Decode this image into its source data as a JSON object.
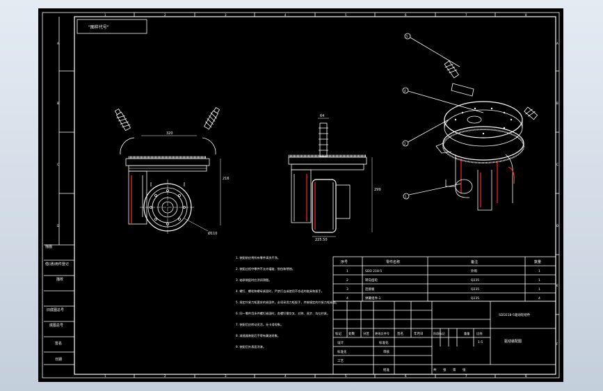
{
  "drawing": {
    "title_tag": "\"图样代号\"",
    "zone_numbers_top": [
      "1",
      "2",
      "3",
      "4",
      "5",
      "6",
      "7",
      "8"
    ],
    "zone_numbers_bottom": [
      "1",
      "2",
      "3",
      "4",
      "5",
      "6",
      "7",
      "8"
    ],
    "zone_letters_left": [
      "A",
      "B",
      "C",
      "D"
    ],
    "zone_letters_right": [
      "A",
      "B",
      "C",
      "D",
      "E",
      "F"
    ],
    "left_column_labels": [
      "借(通)用件登记",
      "旧底图总号",
      "底图总号",
      "签名",
      "日期"
    ],
    "left_column_labels_extra": [
      "描图",
      "描校"
    ],
    "dimensions": {
      "front_width": "320",
      "front_height": "216",
      "circle_dia": "Ø110",
      "side_top": "64",
      "side_height": "299",
      "side_bottom": "225.50"
    },
    "notes": [
      "1. 装配前应将所有零件清洗干净。",
      "2. 装配过程中零件不允许磕碰、划伤和锈蚀。",
      "3. 轴承装配时应涂润滑脂。",
      "4. 螺钉、螺栓和螺母紧固时，严禁打击或使用不合适的旋具和扳手。",
      "5. 规定拧紧力矩要求的紧固件，必须采用力矩扳手，并按规定的拧紧力矩紧固。",
      "6. 同一零件用多件螺钉紧固时，各螺钉需交叉、对称、逐步、均匀拧紧。",
      "7. 装配后应转动灵活，无卡滞现象。",
      "8. 减速器装配后不得有漏油现象。",
      "9. 装配后外表面涂漆。"
    ],
    "bom": {
      "headers": [
        "序号",
        "零件名称",
        "备注",
        "数量"
      ],
      "rows": [
        {
          "no": "1",
          "name": "SDD 218-5",
          "remark": "外购",
          "qty": "1"
        },
        {
          "no": "2",
          "name": "转向齿轮",
          "remark": "Q235",
          "qty": "1"
        },
        {
          "no": "3",
          "name": "连接板",
          "remark": "Q235",
          "qty": "1"
        },
        {
          "no": "4",
          "name": "弹簧组件-1",
          "remark": "Q235",
          "qty": "4"
        }
      ]
    },
    "title_block": {
      "row_labels": [
        "标记",
        "处数",
        "分区",
        "更改文件号",
        "签名",
        "年月日"
      ],
      "roles": [
        "设计",
        "标准化",
        "工艺"
      ],
      "roles2": [
        "审核",
        "批准"
      ],
      "stage_labels": [
        "阶段标记",
        "重量",
        "比例"
      ],
      "scale": "1:5",
      "drawing_name": "驱动装配图",
      "company": "SDD218-5驱动轮组件",
      "sheet": [
        "共",
        "张",
        "第",
        "张"
      ]
    },
    "balloons": [
      "5",
      "4",
      "2",
      "1"
    ]
  }
}
